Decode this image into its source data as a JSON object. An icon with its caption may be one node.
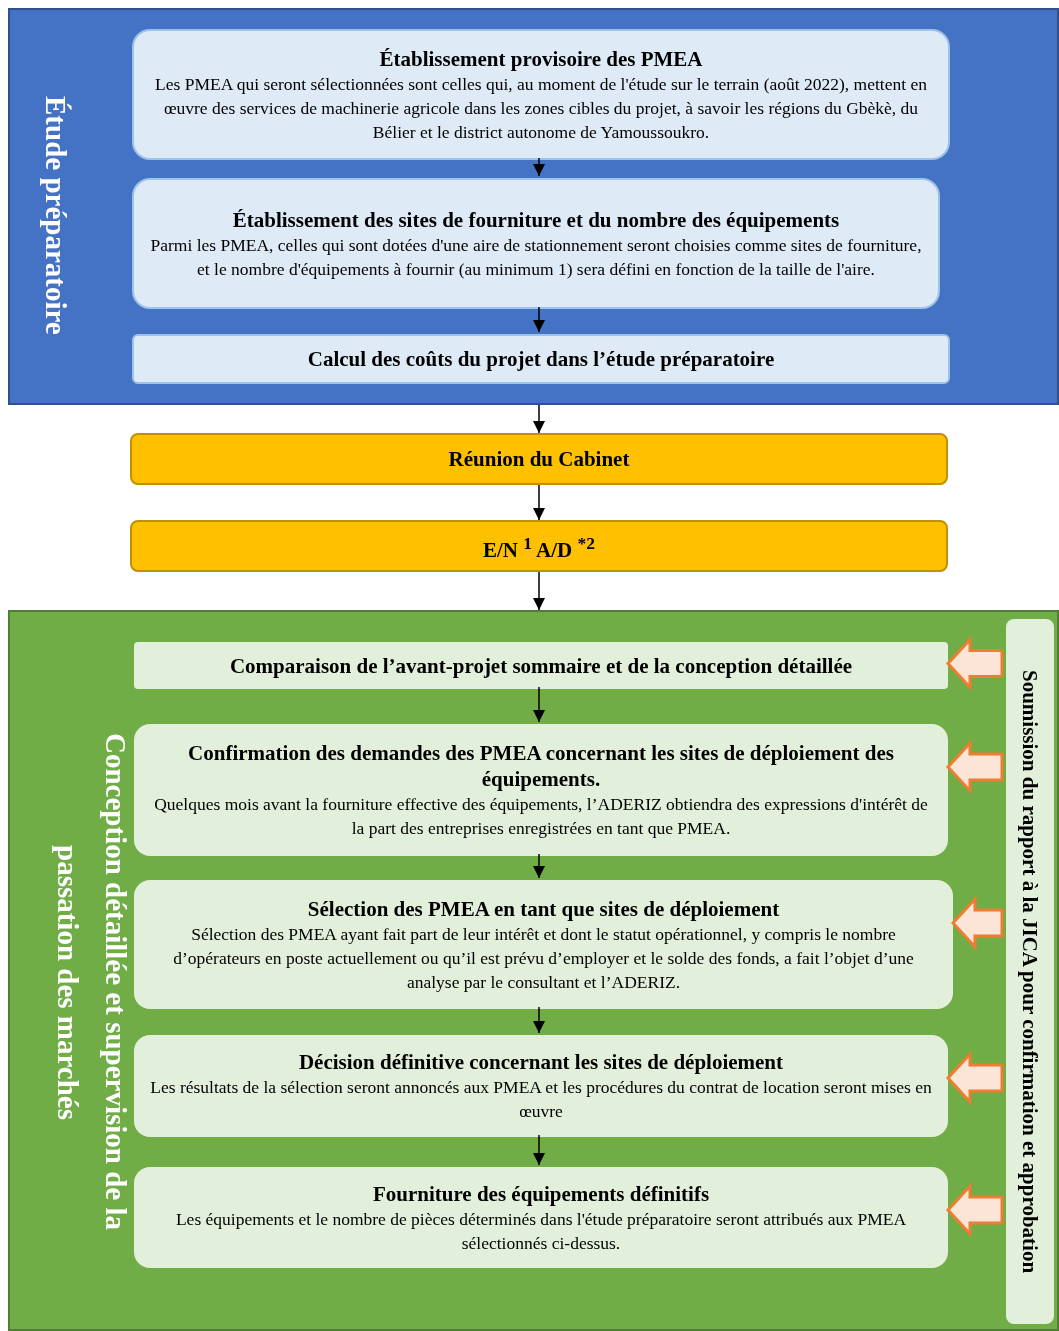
{
  "diagram": {
    "nodes": [
      {
        "text": [
          "Étude préparatoire"
        ]
      },
      {
        "text": [
          "Établissement provisoire des PMEA",
          "Les PMEA qui seront sélectionnées sont celles qui, au moment de l'étude sur le terrain (août 2022), mettent en œuvre des services de machinerie agricole dans les zones cibles du projet, à savoir les régions du Gbèkè, du Bélier et le district autonome de Yamoussoukro."
        ],
        "in": 0
      },
      {
        "text": [
          "Établissement des sites de fourniture et du nombre des équipements",
          "Parmi les PMEA, celles qui sont dotées d'une aire de stationnement seront choisies comme sites de fourniture, et le nombre d'équipements à fournir (au minimum 1) sera défini en fonction de la taille de l'aire."
        ],
        "in": 0
      },
      {
        "text": [
          "Calcul des coûts du projet dans l’étude préparatoire"
        ],
        "in": 0
      },
      {
        "text": [
          "Réunion du Cabinet"
        ]
      },
      {
        "text": [
          "E/N $^{1}$ A/D $^{*2}$"
        ]
      },
      {
        "text": [
          "Conception détaillée et supervision de la passation des marchés"
        ]
      },
      {
        "text": [
          "Comparaison de l’avant-projet sommaire et de la conception détaillée"
        ],
        "in": 6
      },
      {
        "text": [
          "Confirmation des demandes des PMEA concernant les sites de déploiement des équipements.",
          "Quelques mois avant la fourniture effective des équipements, l’ADERIZ obtiendra des expressions d'intérêt de la part des entreprises enregistrées en tant que PMEA."
        ],
        "in": 6
      },
      {
        "text": [
          "Sélection des PMEA en tant que sites de déploiement",
          "Sélection des PMEA ayant fait part de leur intérêt et dont le statut opérationnel, y compris le nombre d’opérateurs en poste actuellement ou qu’il est prévu d’employer et le solde des fonds, a fait l’objet d’une analyse par le consultant et l’ADERIZ."
        ],
        "in": 6
      },
      {
        "text": [
          "Décision définitive concernant les sites de déploiement",
          "Les résultats de la sélection seront annoncés aux PMEA et les procédures du contrat de location seront mises en œuvre"
        ],
        "in": 6
      },
      {
        "text": [
          "Fourniture des équipements définitifs",
          "Les équipements et le nombre de pièces déterminés dans l'étude préparatoire seront attribués aux PMEA sélectionnés ci-dessus."
        ],
        "in": 6
      },
      {
        "text": [
          "Soumission du rapport à la JICA pour confirmation et approbation"
        ],
        "in": 6
      }
    ],
    "edges": [
      {
        "from": 1,
        "to": 2,
        "arrow": "to"
      },
      {
        "from": 2,
        "to": 3,
        "arrow": "to"
      },
      {
        "from": 0,
        "to": 4,
        "arrow": "to"
      },
      {
        "from": 4,
        "to": 5,
        "arrow": "to"
      },
      {
        "from": 5,
        "to": 6,
        "arrow": "to"
      },
      {
        "from": 7,
        "to": 8,
        "arrow": "to"
      },
      {
        "from": 8,
        "to": 9,
        "arrow": "to"
      },
      {
        "from": 9,
        "to": 10,
        "arrow": "to"
      },
      {
        "from": 10,
        "to": 11,
        "arrow": "to"
      },
      {
        "from": 12,
        "to": 7,
        "arrow": "to",
        "style": "thick",
        "color": "#ed7d31"
      },
      {
        "from": 12,
        "to": 8,
        "arrow": "to",
        "style": "thick",
        "color": "#ed7d31"
      },
      {
        "from": 12,
        "to": 9,
        "arrow": "to",
        "style": "thick",
        "color": "#ed7d31"
      },
      {
        "from": 12,
        "to": 10,
        "arrow": "to",
        "style": "thick",
        "color": "#ed7d31"
      },
      {
        "from": 12,
        "to": 11,
        "arrow": "to",
        "style": "thick",
        "color": "#ed7d31"
      }
    ]
  }
}
